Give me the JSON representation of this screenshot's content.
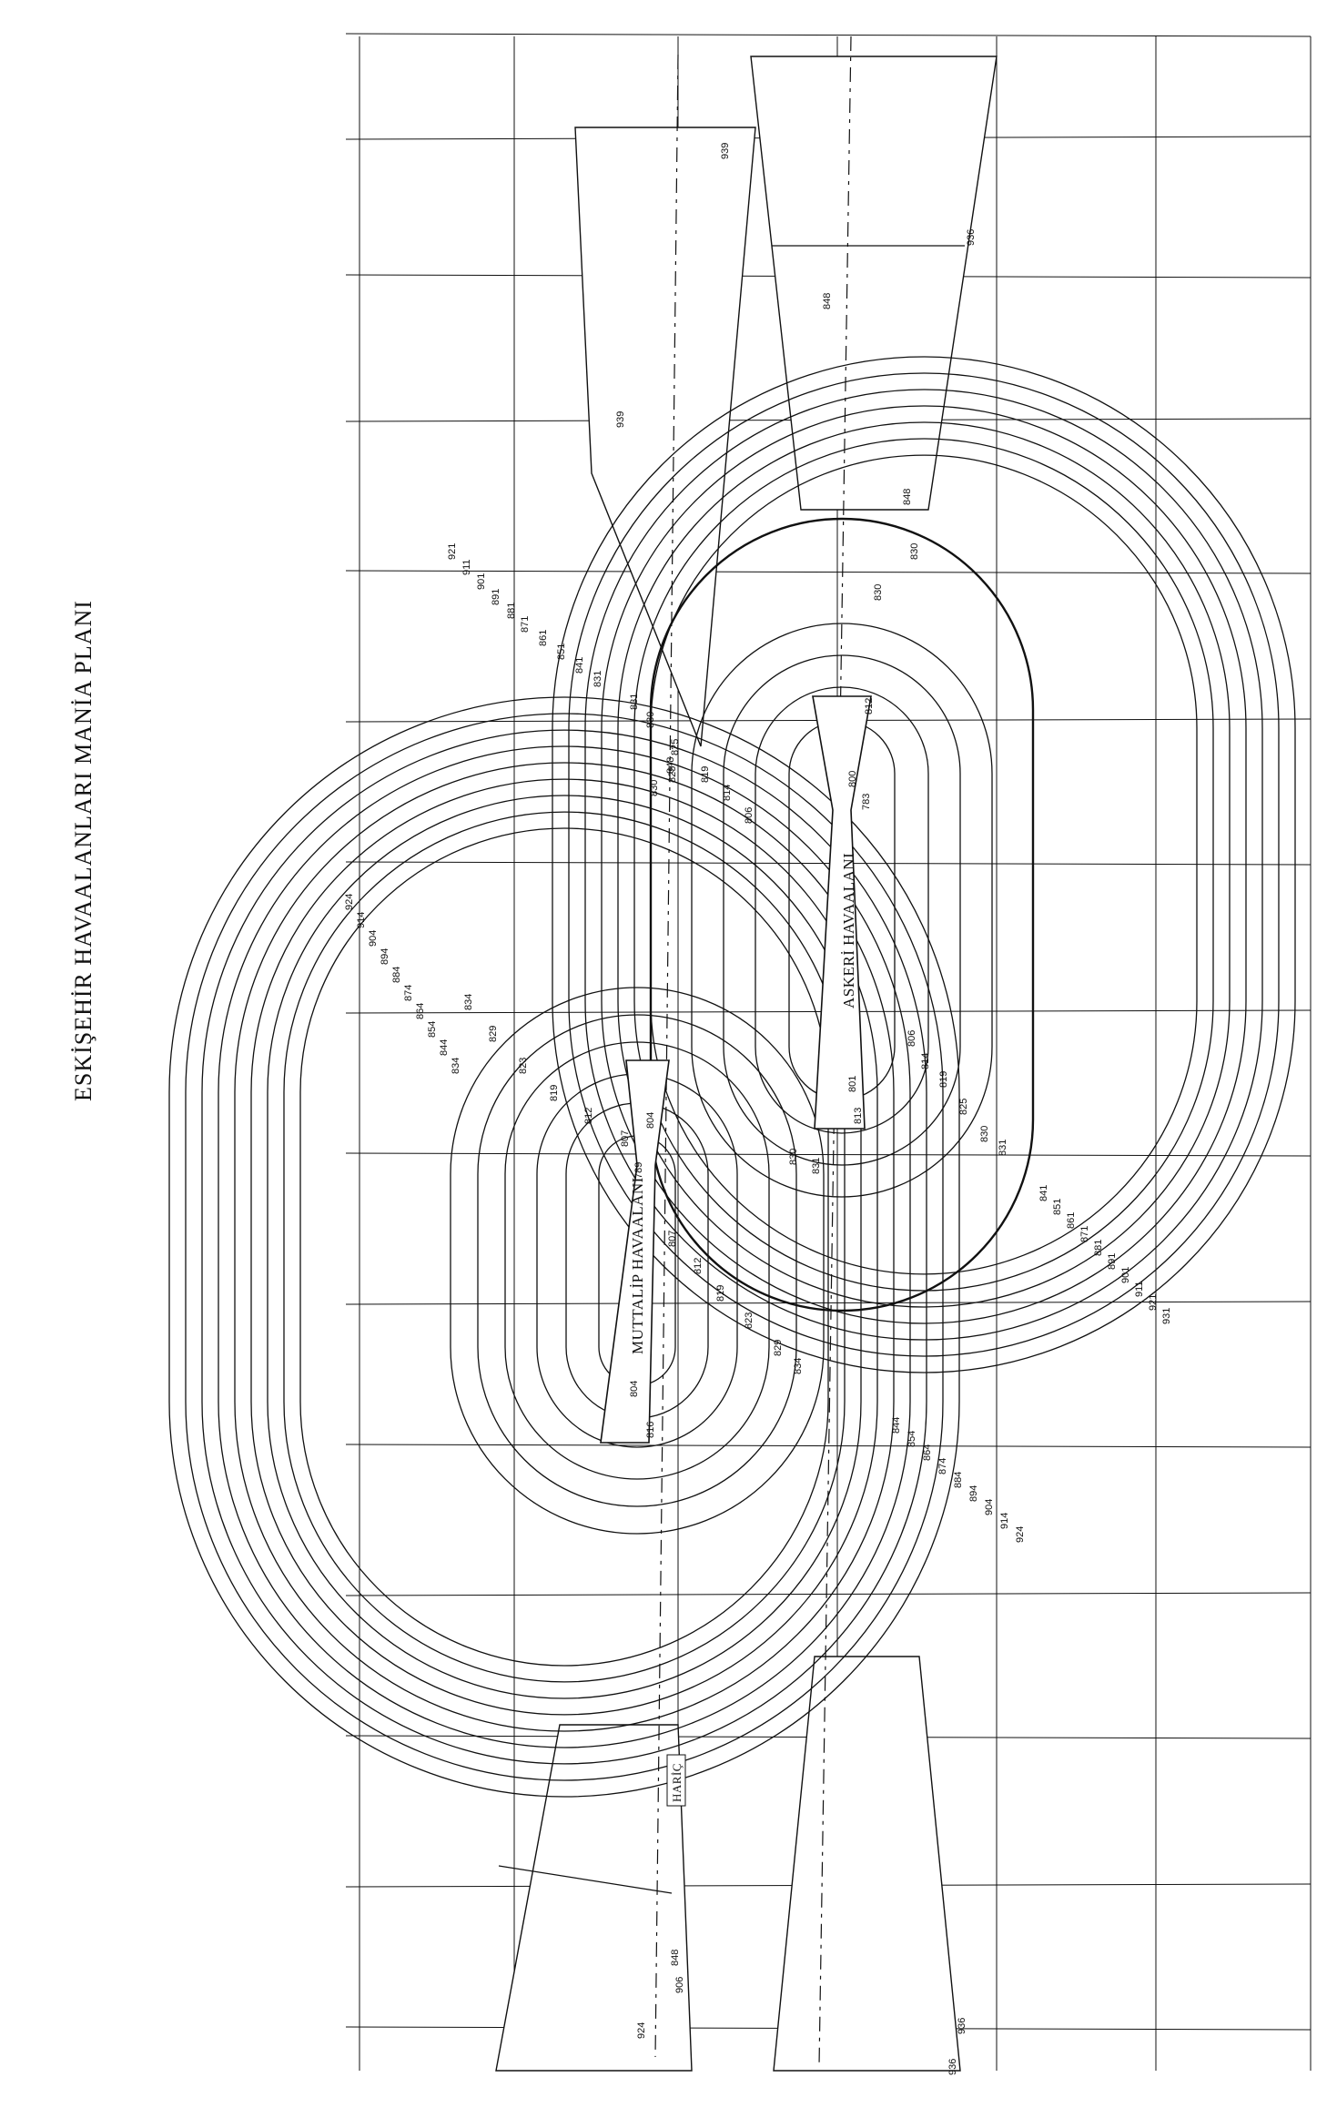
{
  "title": "ESKİŞEHİR HAVAALANLARI MANİA PLANI",
  "airports": [
    {
      "name": "ASKERİ HAVAALANI"
    },
    {
      "name": "MUTTALİP HAVAALANI"
    }
  ],
  "excluded_label": "HARİÇ",
  "elevation_labels": {
    "askeri_ring": [
      "806",
      "814",
      "819",
      "825",
      "830",
      "831"
    ],
    "askeri_ends": [
      "812",
      "800",
      "783",
      "801",
      "813"
    ],
    "askeri_ring_lower": [
      "806",
      "814",
      "819",
      "825",
      "830",
      "831"
    ],
    "muttalip_ring": [
      "807",
      "812",
      "819",
      "823",
      "829",
      "834"
    ],
    "muttalip_ends": [
      "804",
      "789",
      "804",
      "816"
    ],
    "muttalip_ring_lower": [
      "807",
      "812",
      "819",
      "823",
      "829",
      "834"
    ],
    "outer_upper": [
      "831",
      "841",
      "851",
      "861",
      "871",
      "881",
      "891",
      "901",
      "911",
      "921"
    ],
    "outer_left": [
      "924",
      "914",
      "904",
      "894",
      "884",
      "874",
      "864",
      "854",
      "844",
      "834"
    ],
    "outer_lower_right": [
      "841",
      "851",
      "861",
      "871",
      "881",
      "891",
      "901",
      "911",
      "921",
      "931"
    ],
    "outer_lower_left": [
      "844",
      "854",
      "864",
      "874",
      "884",
      "894",
      "904",
      "914",
      "924"
    ],
    "approach_surfaces": [
      "939",
      "939",
      "936",
      "848",
      "848",
      "830",
      "830",
      "848",
      "936",
      "936",
      "924",
      "906",
      "848",
      "830",
      "831",
      "830",
      "825"
    ]
  }
}
